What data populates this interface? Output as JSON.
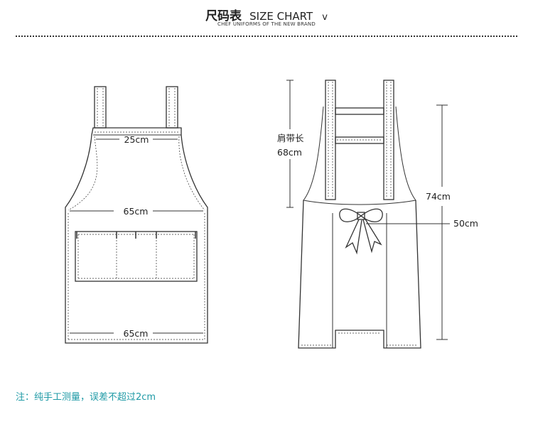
{
  "header": {
    "title_cn": "尺码表",
    "title_en": "SIZE CHART",
    "title_chevron": "v",
    "subtitle": "CHEF UNIFORMS OF THE NEW BRAND"
  },
  "front_apron": {
    "top_width_label": "25cm",
    "mid_width_label": "65cm",
    "bottom_width_label": "65cm"
  },
  "back_apron": {
    "strap_label_line1": "肩带长",
    "strap_label_line2": "68cm",
    "length_label": "74cm",
    "side_label": "50cm"
  },
  "note": "注：纯手工测量，误差不超过2cm",
  "colors": {
    "line": "#333333",
    "note": "#1f9aa6"
  }
}
